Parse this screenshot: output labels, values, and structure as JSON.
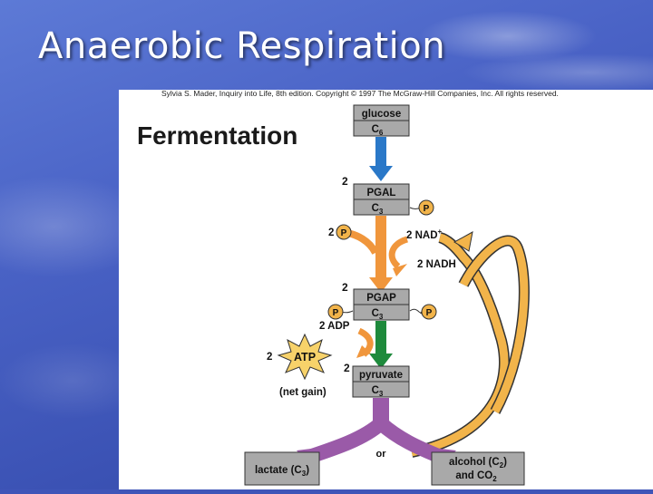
{
  "slide": {
    "title": "Anaerobic Respiration"
  },
  "figure": {
    "credit": "Sylvia S. Mader, Inquiry into Life, 8th edition. Copyright © 1997 The McGraw-Hill Companies, Inc. All rights reserved.",
    "heading": "Fermentation",
    "glucose": {
      "name": "glucose",
      "carbon": "C",
      "sub": "6"
    },
    "pgal": {
      "count": "2",
      "name": "PGAL",
      "carbon": "C",
      "sub": "3",
      "phosphate": "P"
    },
    "nad": {
      "phos_count": "2",
      "phosphate": "P",
      "nad_label": "2 NAD",
      "nad_sup": "+",
      "nadh_label": "2 NADH"
    },
    "pgap": {
      "count": "2",
      "name": "PGAP",
      "carbon": "C",
      "sub": "3",
      "phosphate": "P",
      "adp_label": "2 ADP"
    },
    "atp": {
      "count": "2",
      "label": "ATP",
      "note": "(net gain)"
    },
    "pyruvate": {
      "count": "2",
      "name": "pyruvate",
      "carbon": "C",
      "sub": "3"
    },
    "branch_label": "or",
    "lactate": {
      "text": "lactate (C",
      "sub": "3",
      "close": ")"
    },
    "alcohol": {
      "line1": "alcohol (C",
      "sub1": "2",
      "close1": ")",
      "line2": "and CO",
      "sub2": "2"
    },
    "colors": {
      "glucose_arrow": "#2a78c8",
      "pgal_arrow": "#f0963c",
      "pyruvate_arrow": "#1e8a3c",
      "branch": "#9a5aa8",
      "cycle": "#f2b44a",
      "box_fill": "#a9a9a9",
      "phosphate": "#f2b44a",
      "atp_star": "#f7d26a"
    }
  }
}
